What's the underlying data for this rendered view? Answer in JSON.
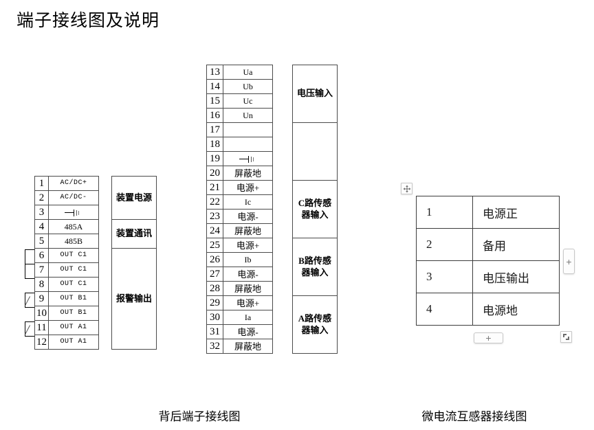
{
  "document": {
    "title": "端子接线图及说明"
  },
  "left_block": {
    "name": "背后端子接线图",
    "rows": [
      {
        "num": "1",
        "label": "AC/DC+",
        "style": "mono"
      },
      {
        "num": "2",
        "label": "AC/DC-",
        "style": "mono"
      },
      {
        "num": "3",
        "label": "",
        "style": "symbol",
        "symbol": "ground-icon"
      },
      {
        "num": "4",
        "label": "485A",
        "style": "plain"
      },
      {
        "num": "5",
        "label": "485B",
        "style": "plain"
      },
      {
        "num": "6",
        "label": "OUT C1",
        "style": "mono"
      },
      {
        "num": "7",
        "label": "OUT C1",
        "style": "mono"
      },
      {
        "num": "8",
        "label": "OUT C1",
        "style": "mono"
      },
      {
        "num": "9",
        "label": "OUT B1",
        "style": "mono"
      },
      {
        "num": "10",
        "label": "OUT B1",
        "style": "mono"
      },
      {
        "num": "11",
        "label": "OUT A1",
        "style": "mono"
      },
      {
        "num": "12",
        "label": "OUT A1",
        "style": "mono"
      }
    ],
    "groups": [
      {
        "label": "装置电源",
        "span": 3
      },
      {
        "label": "装置通讯",
        "span": 2
      },
      {
        "label": "报警输出",
        "span": 7
      }
    ]
  },
  "middle_block": {
    "rows": [
      {
        "num": "13",
        "label": "Ua",
        "style": "plain"
      },
      {
        "num": "14",
        "label": "Ub",
        "style": "plain"
      },
      {
        "num": "15",
        "label": "Uc",
        "style": "plain"
      },
      {
        "num": "16",
        "label": "Un",
        "style": "plain"
      },
      {
        "num": "17",
        "label": "",
        "style": "empty"
      },
      {
        "num": "18",
        "label": "",
        "style": "empty"
      },
      {
        "num": "19",
        "label": "",
        "style": "symbol",
        "symbol": "ground-icon"
      },
      {
        "num": "20",
        "label": "屏蔽地",
        "style": "cjk"
      },
      {
        "num": "21",
        "label": "电源+",
        "style": "cjk"
      },
      {
        "num": "22",
        "label": "Ic",
        "style": "plain"
      },
      {
        "num": "23",
        "label": "电源-",
        "style": "cjk"
      },
      {
        "num": "24",
        "label": "屏蔽地",
        "style": "cjk"
      },
      {
        "num": "25",
        "label": "电源+",
        "style": "cjk"
      },
      {
        "num": "26",
        "label": "Ib",
        "style": "plain"
      },
      {
        "num": "27",
        "label": "电源-",
        "style": "cjk"
      },
      {
        "num": "28",
        "label": "屏蔽地",
        "style": "cjk"
      },
      {
        "num": "29",
        "label": "电源+",
        "style": "cjk"
      },
      {
        "num": "30",
        "label": "Ia",
        "style": "plain"
      },
      {
        "num": "31",
        "label": "电源-",
        "style": "cjk"
      },
      {
        "num": "32",
        "label": "屏蔽地",
        "style": "cjk"
      }
    ],
    "groups": [
      {
        "label": "电压输入",
        "span": 4
      },
      {
        "label": "",
        "span": 4
      },
      {
        "label": "C路传感\n器输入",
        "span": 4
      },
      {
        "label": "B路传感\n器输入",
        "span": 4
      },
      {
        "label": "A路传感\n器输入",
        "span": 4
      }
    ]
  },
  "right_table": {
    "rows": [
      {
        "index": "1",
        "value": "电源正"
      },
      {
        "index": "2",
        "value": "备用"
      },
      {
        "index": "3",
        "value": "电压输出"
      },
      {
        "index": "4",
        "value": "电源地"
      }
    ],
    "handles": {
      "move": "move-handle-icon",
      "add_column": "+",
      "add_row": "+",
      "resize": "resize-handle-icon"
    }
  },
  "captions": {
    "left": "背后端子接线图",
    "right": "微电流互感器接线图"
  }
}
